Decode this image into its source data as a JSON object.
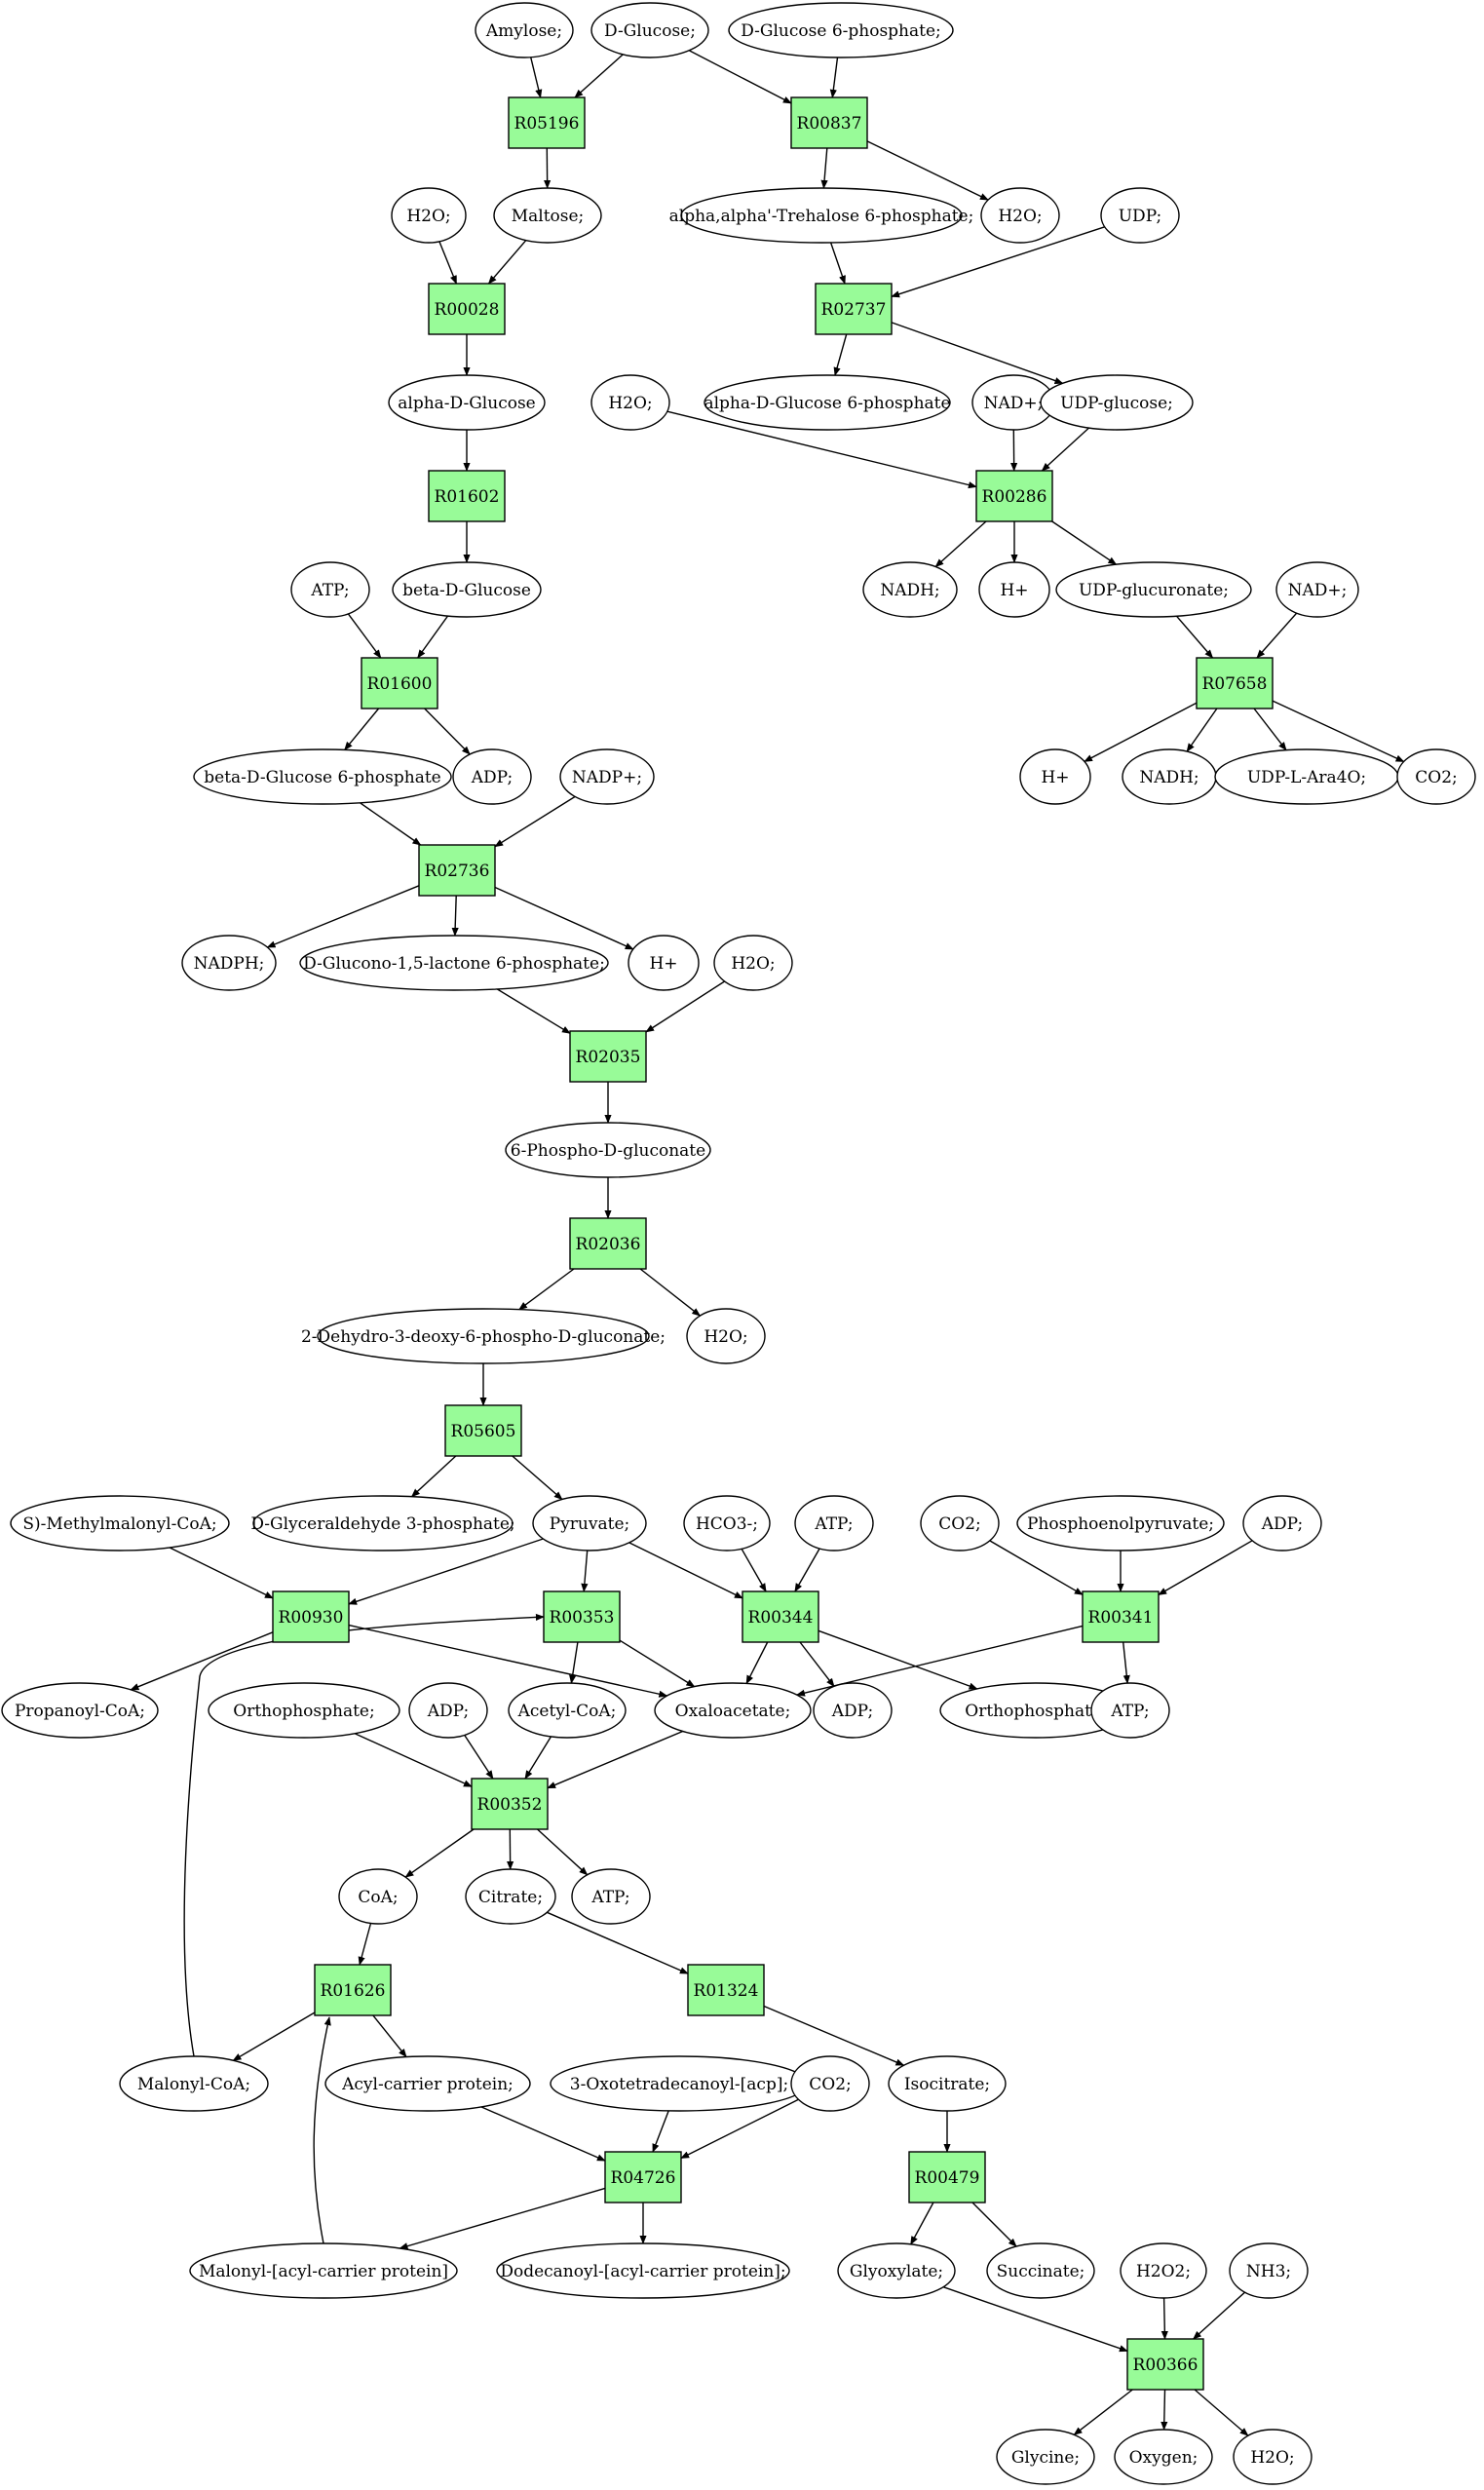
{
  "diagram": {
    "colors": {
      "reaction_fill": "#98fb98",
      "compound_fill": "#ffffff",
      "start_fill": "#00ff00",
      "target_fill": "#ffff00",
      "stroke": "#000000"
    },
    "compounds": [
      {
        "id": "amylose",
        "label": "Amylose;"
      },
      {
        "id": "d_glucose",
        "label": "D-Glucose;",
        "fill": "#00ff00"
      },
      {
        "id": "d_glucose_6p",
        "label": "D-Glucose 6-phosphate;"
      },
      {
        "id": "maltose",
        "label": "Maltose;"
      },
      {
        "id": "h2o_1",
        "label": "H2O;"
      },
      {
        "id": "trehalose_6p",
        "label": "alpha,alpha'-Trehalose 6-phosphate;"
      },
      {
        "id": "h2o_2",
        "label": "H2O;"
      },
      {
        "id": "udp_1",
        "label": "UDP;"
      },
      {
        "id": "alpha_d_glucose",
        "label": "alpha-D-Glucose"
      },
      {
        "id": "alpha_d_glucose_6p",
        "label": "alpha-D-Glucose 6-phosphate"
      },
      {
        "id": "h2o_3",
        "label": "H2O;"
      },
      {
        "id": "nad_1",
        "label": "NAD+;"
      },
      {
        "id": "udp_glucose",
        "label": "UDP-glucose;"
      },
      {
        "id": "atp_1",
        "label": "ATP;"
      },
      {
        "id": "beta_d_glucose",
        "label": "beta-D-Glucose"
      },
      {
        "id": "nadh_1",
        "label": "NADH;"
      },
      {
        "id": "hplus_1",
        "label": "H+"
      },
      {
        "id": "udp_glucuronate",
        "label": "UDP-glucuronate;"
      },
      {
        "id": "nad_2",
        "label": "NAD+;"
      },
      {
        "id": "beta_d_glucose_6p",
        "label": "beta-D-Glucose 6-phosphate"
      },
      {
        "id": "adp_1",
        "label": "ADP;"
      },
      {
        "id": "nadp",
        "label": "NADP+;"
      },
      {
        "id": "hplus_2",
        "label": "H+"
      },
      {
        "id": "nadh_2",
        "label": "NADH;"
      },
      {
        "id": "udp_l_ara4o",
        "label": "UDP-L-Ara4O;"
      },
      {
        "id": "co2_1",
        "label": "CO2;"
      },
      {
        "id": "nadph",
        "label": "NADPH;"
      },
      {
        "id": "glucono_lactone_6p",
        "label": "D-Glucono-1,5-lactone 6-phosphate;"
      },
      {
        "id": "hplus_3",
        "label": "H+"
      },
      {
        "id": "h2o_4",
        "label": "H2O;"
      },
      {
        "id": "phospho_gluconate",
        "label": "6-Phospho-D-gluconate"
      },
      {
        "id": "kdpg",
        "label": "2-Dehydro-3-deoxy-6-phospho-D-gluconate;"
      },
      {
        "id": "h2o_5",
        "label": "H2O;"
      },
      {
        "id": "methylmalonyl_coa",
        "label": "S)-Methylmalonyl-CoA;"
      },
      {
        "id": "gap",
        "label": "D-Glyceraldehyde 3-phosphate;"
      },
      {
        "id": "pyruvate",
        "label": "Pyruvate;"
      },
      {
        "id": "hco3",
        "label": "HCO3-;"
      },
      {
        "id": "atp_2",
        "label": "ATP;"
      },
      {
        "id": "co2_2",
        "label": "CO2;"
      },
      {
        "id": "pep",
        "label": "Phosphoenolpyruvate;"
      },
      {
        "id": "adp_2",
        "label": "ADP;"
      },
      {
        "id": "propanoyl_coa",
        "label": "Propanoyl-CoA;"
      },
      {
        "id": "orthophosphate_1",
        "label": "Orthophosphate;"
      },
      {
        "id": "adp_3",
        "label": "ADP;"
      },
      {
        "id": "acetyl_coa",
        "label": "Acetyl-CoA;"
      },
      {
        "id": "oxaloacetate",
        "label": "Oxaloacetate;"
      },
      {
        "id": "adp_4",
        "label": "ADP;"
      },
      {
        "id": "orthophosphate_2",
        "label": "Orthophosphate;"
      },
      {
        "id": "atp_3",
        "label": "ATP;"
      },
      {
        "id": "coa",
        "label": "CoA;"
      },
      {
        "id": "citrate",
        "label": "Citrate;"
      },
      {
        "id": "atp_4",
        "label": "ATP;"
      },
      {
        "id": "malonyl_coa",
        "label": "Malonyl-CoA;"
      },
      {
        "id": "acyl_carrier",
        "label": "Acyl-carrier protein;"
      },
      {
        "id": "oxotetradecanoyl",
        "label": "3-Oxotetradecanoyl-[acp];"
      },
      {
        "id": "co2_3",
        "label": "CO2;"
      },
      {
        "id": "isocitrate",
        "label": "Isocitrate;"
      },
      {
        "id": "malonyl_acp",
        "label": "Malonyl-[acyl-carrier protein]"
      },
      {
        "id": "dodecanoyl_acp",
        "label": "Dodecanoyl-[acyl-carrier protein];"
      },
      {
        "id": "glyoxylate",
        "label": "Glyoxylate;"
      },
      {
        "id": "succinate",
        "label": "Succinate;"
      },
      {
        "id": "h2o2",
        "label": "H2O2;"
      },
      {
        "id": "nh3",
        "label": "NH3;"
      },
      {
        "id": "glycine",
        "label": "Glycine;",
        "fill": "#ffff00"
      },
      {
        "id": "oxygen",
        "label": "Oxygen;"
      },
      {
        "id": "h2o_6",
        "label": "H2O;"
      }
    ],
    "reactions": [
      {
        "id": "R05196",
        "label": "R05196"
      },
      {
        "id": "R00837",
        "label": "R00837"
      },
      {
        "id": "R00028",
        "label": "R00028"
      },
      {
        "id": "R02737",
        "label": "R02737"
      },
      {
        "id": "R01602",
        "label": "R01602"
      },
      {
        "id": "R00286",
        "label": "R00286"
      },
      {
        "id": "R01600",
        "label": "R01600"
      },
      {
        "id": "R07658",
        "label": "R07658"
      },
      {
        "id": "R02736",
        "label": "R02736"
      },
      {
        "id": "R02035",
        "label": "R02035"
      },
      {
        "id": "R02036",
        "label": "R02036"
      },
      {
        "id": "R05605",
        "label": "R05605"
      },
      {
        "id": "R00930",
        "label": "R00930"
      },
      {
        "id": "R00353",
        "label": "R00353"
      },
      {
        "id": "R00344",
        "label": "R00344"
      },
      {
        "id": "R00341",
        "label": "R00341"
      },
      {
        "id": "R00352",
        "label": "R00352"
      },
      {
        "id": "R01626",
        "label": "R01626"
      },
      {
        "id": "R01324",
        "label": "R01324"
      },
      {
        "id": "R04726",
        "label": "R04726"
      },
      {
        "id": "R00479",
        "label": "R00479"
      },
      {
        "id": "R00366",
        "label": "R00366"
      }
    ],
    "edges": [
      [
        "amylose",
        "R05196"
      ],
      [
        "d_glucose",
        "R05196"
      ],
      [
        "R05196",
        "maltose"
      ],
      [
        "d_glucose",
        "R00837"
      ],
      [
        "d_glucose_6p",
        "R00837"
      ],
      [
        "R00837",
        "trehalose_6p"
      ],
      [
        "R00837",
        "h2o_2"
      ],
      [
        "h2o_1",
        "R00028"
      ],
      [
        "maltose",
        "R00028"
      ],
      [
        "R00028",
        "alpha_d_glucose"
      ],
      [
        "trehalose_6p",
        "R02737"
      ],
      [
        "udp_1",
        "R02737"
      ],
      [
        "R02737",
        "alpha_d_glucose_6p"
      ],
      [
        "R02737",
        "udp_glucose"
      ],
      [
        "alpha_d_glucose",
        "R01602"
      ],
      [
        "R01602",
        "beta_d_glucose"
      ],
      [
        "h2o_3",
        "R00286"
      ],
      [
        "nad_1",
        "R00286"
      ],
      [
        "udp_glucose",
        "R00286"
      ],
      [
        "R00286",
        "nadh_1"
      ],
      [
        "R00286",
        "hplus_1"
      ],
      [
        "R00286",
        "udp_glucuronate"
      ],
      [
        "atp_1",
        "R01600"
      ],
      [
        "beta_d_glucose",
        "R01600"
      ],
      [
        "R01600",
        "beta_d_glucose_6p"
      ],
      [
        "R01600",
        "adp_1"
      ],
      [
        "udp_glucuronate",
        "R07658"
      ],
      [
        "nad_2",
        "R07658"
      ],
      [
        "R07658",
        "hplus_2"
      ],
      [
        "R07658",
        "nadh_2"
      ],
      [
        "R07658",
        "udp_l_ara4o"
      ],
      [
        "R07658",
        "co2_1"
      ],
      [
        "beta_d_glucose_6p",
        "R02736"
      ],
      [
        "nadp",
        "R02736"
      ],
      [
        "R02736",
        "nadph"
      ],
      [
        "R02736",
        "glucono_lactone_6p"
      ],
      [
        "R02736",
        "hplus_3"
      ],
      [
        "glucono_lactone_6p",
        "R02035"
      ],
      [
        "h2o_4",
        "R02035"
      ],
      [
        "R02035",
        "phospho_gluconate"
      ],
      [
        "phospho_gluconate",
        "R02036"
      ],
      [
        "R02036",
        "kdpg"
      ],
      [
        "R02036",
        "h2o_5"
      ],
      [
        "kdpg",
        "R05605"
      ],
      [
        "R05605",
        "gap"
      ],
      [
        "R05605",
        "pyruvate"
      ],
      [
        "methylmalonyl_coa",
        "R00930"
      ],
      [
        "pyruvate",
        "R00930"
      ],
      [
        "R00930",
        "propanoyl_coa"
      ],
      [
        "R00930",
        "oxaloacetate"
      ],
      [
        "pyruvate",
        "R00353"
      ],
      [
        "malonyl_coa",
        "R00353"
      ],
      [
        "R00353",
        "acetyl_coa"
      ],
      [
        "R00353",
        "oxaloacetate"
      ],
      [
        "pyruvate",
        "R00344"
      ],
      [
        "hco3",
        "R00344"
      ],
      [
        "atp_2",
        "R00344"
      ],
      [
        "R00344",
        "oxaloacetate"
      ],
      [
        "R00344",
        "adp_4"
      ],
      [
        "R00344",
        "orthophosphate_2"
      ],
      [
        "co2_2",
        "R00341"
      ],
      [
        "pep",
        "R00341"
      ],
      [
        "adp_2",
        "R00341"
      ],
      [
        "R00341",
        "oxaloacetate"
      ],
      [
        "R00341",
        "atp_3"
      ],
      [
        "orthophosphate_1",
        "R00352"
      ],
      [
        "adp_3",
        "R00352"
      ],
      [
        "acetyl_coa",
        "R00352"
      ],
      [
        "oxaloacetate",
        "R00352"
      ],
      [
        "R00352",
        "coa"
      ],
      [
        "R00352",
        "citrate"
      ],
      [
        "R00352",
        "atp_4"
      ],
      [
        "coa",
        "R01626"
      ],
      [
        "malonyl_acp",
        "R01626"
      ],
      [
        "R01626",
        "malonyl_coa"
      ],
      [
        "R01626",
        "acyl_carrier"
      ],
      [
        "citrate",
        "R01324"
      ],
      [
        "R01324",
        "isocitrate"
      ],
      [
        "acyl_carrier",
        "R04726"
      ],
      [
        "oxotetradecanoyl",
        "R04726"
      ],
      [
        "co2_3",
        "R04726"
      ],
      [
        "R04726",
        "malonyl_acp"
      ],
      [
        "R04726",
        "dodecanoyl_acp"
      ],
      [
        "isocitrate",
        "R00479"
      ],
      [
        "R00479",
        "glyoxylate"
      ],
      [
        "R00479",
        "succinate"
      ],
      [
        "glyoxylate",
        "R00366"
      ],
      [
        "h2o2",
        "R00366"
      ],
      [
        "nh3",
        "R00366"
      ],
      [
        "R00366",
        "glycine"
      ],
      [
        "R00366",
        "oxygen"
      ],
      [
        "R00366",
        "h2o_6"
      ]
    ]
  }
}
